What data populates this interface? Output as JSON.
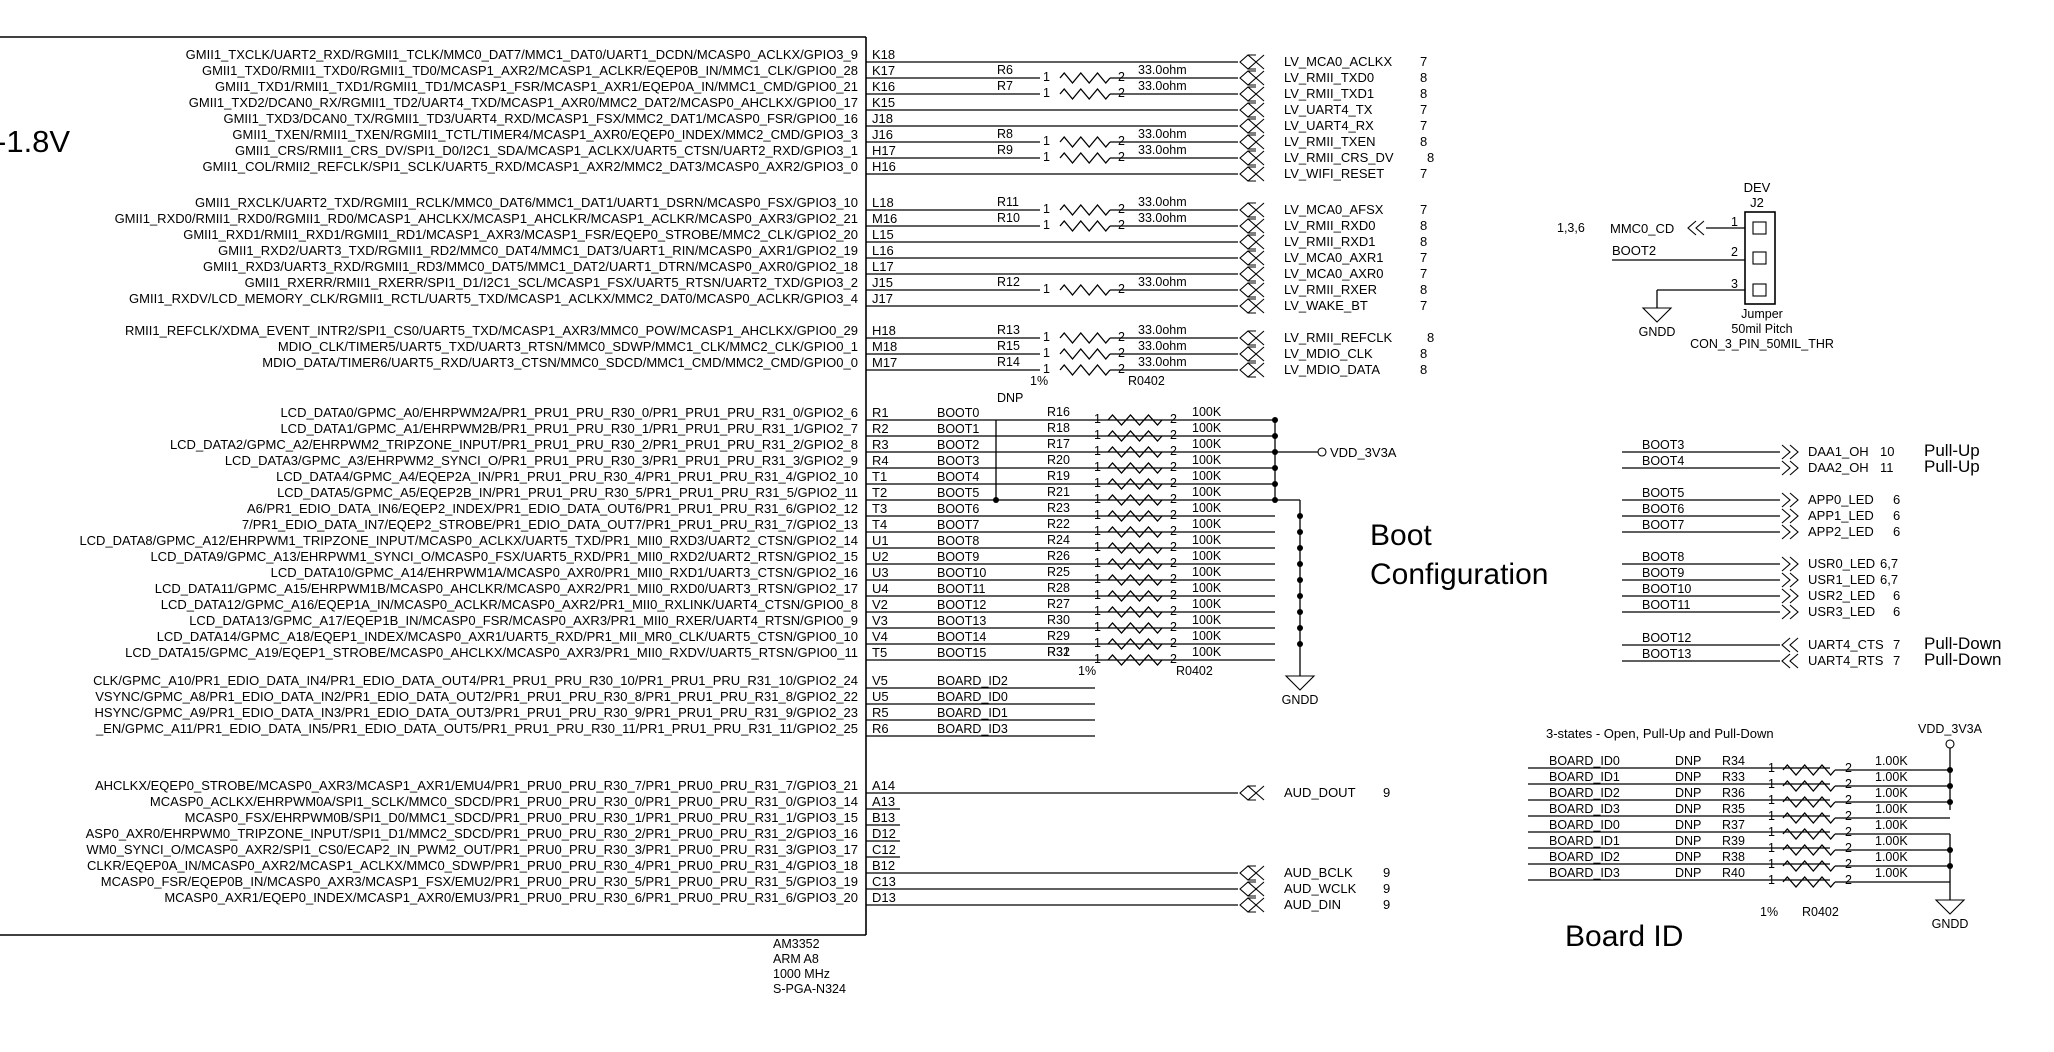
{
  "chip": {
    "voltage_label": "-1.8V",
    "part_lines": [
      "AM3352",
      "ARM A8",
      "1000 MHz",
      "S-PGA-N324"
    ],
    "pins": [
      {
        "name": "GMII1_TXCLK/UART2_RXD/RGMII1_TCLK/MMC0_DAT7/MMC1_DAT0/UART1_DCDN/MCASP0_ACLKX/GPIO3_9",
        "ball": "K18"
      },
      {
        "name": "GMII1_TXD0/RMII1_TXD0/RGMII1_TD0/MCASP1_AXR2/MCASP1_ACLKR/EQEP0B_IN/MMC1_CLK/GPIO0_28",
        "ball": "K17"
      },
      {
        "name": "GMII1_TXD1/RMII1_TXD1/RGMII1_TD1/MCASP1_FSR/MCASP1_AXR1/EQEP0A_IN/MMC1_CMD/GPIO0_21",
        "ball": "K16"
      },
      {
        "name": "GMII1_TXD2/DCAN0_RX/RGMII1_TD2/UART4_TXD/MCASP1_AXR0/MMC2_DAT2/MCASP0_AHCLKX/GPIO0_17",
        "ball": "K15"
      },
      {
        "name": "GMII1_TXD3/DCAN0_TX/RGMII1_TD3/UART4_RXD/MCASP1_FSX/MMC2_DAT1/MCASP0_FSR/GPIO0_16",
        "ball": "J18"
      },
      {
        "name": "GMII1_TXEN/RMII1_TXEN/RGMII1_TCTL/TIMER4/MCASP1_AXR0/EQEP0_INDEX/MMC2_CMD/GPIO3_3",
        "ball": "J16"
      },
      {
        "name": "GMII1_CRS/RMII1_CRS_DV/SPI1_D0/I2C1_SDA/MCASP1_ACLKX/UART5_CTSN/UART2_RXD/GPIO3_1",
        "ball": "H17"
      },
      {
        "name": "GMII1_COL/RMII2_REFCLK/SPI1_SCLK/UART5_RXD/MCASP1_AXR2/MMC2_DAT3/MCASP0_AXR2/GPIO3_0",
        "ball": "H16"
      },
      {
        "name": "GMII1_RXCLK/UART2_TXD/RGMII1_RCLK/MMC0_DAT6/MMC1_DAT1/UART1_DSRN/MCASP0_FSX/GPIO3_10",
        "ball": "L18"
      },
      {
        "name": "GMII1_RXD0/RMII1_RXD0/RGMII1_RD0/MCASP1_AHCLKX/MCASP1_AHCLKR/MCASP1_ACLKR/MCASP0_AXR3/GPIO2_21",
        "ball": "M16"
      },
      {
        "name": "GMII1_RXD1/RMII1_RXD1/RGMII1_RD1/MCASP1_AXR3/MCASP1_FSR/EQEP0_STROBE/MMC2_CLK/GPIO2_20",
        "ball": "L15"
      },
      {
        "name": "GMII1_RXD2/UART3_TXD/RGMII1_RD2/MMC0_DAT4/MMC1_DAT3/UART1_RIN/MCASP0_AXR1/GPIO2_19",
        "ball": "L16"
      },
      {
        "name": "GMII1_RXD3/UART3_RXD/RGMII1_RD3/MMC0_DAT5/MMC1_DAT2/UART1_DTRN/MCASP0_AXR0/GPIO2_18",
        "ball": "L17"
      },
      {
        "name": "GMII1_RXERR/RMII1_RXERR/SPI1_D1/I2C1_SCL/MCASP1_FSX/UART5_RTSN/UART2_TXD/GPIO3_2",
        "ball": "J15"
      },
      {
        "name": "GMII1_RXDV/LCD_MEMORY_CLK/RGMII1_RCTL/UART5_TXD/MCASP1_ACLKX/MMC2_DAT0/MCASP0_ACLKR/GPIO3_4",
        "ball": "J17"
      },
      {
        "name": "RMII1_REFCLK/XDMA_EVENT_INTR2/SPI1_CS0/UART5_TXD/MCASP1_AXR3/MMC0_POW/MCASP1_AHCLKX/GPIO0_29",
        "ball": "H18"
      },
      {
        "name": "MDIO_CLK/TIMER5/UART5_TXD/UART3_RTSN/MMC0_SDWP/MMC1_CLK/MMC2_CLK/GPIO0_1",
        "ball": "M18"
      },
      {
        "name": "MDIO_DATA/TIMER6/UART5_RXD/UART3_CTSN/MMC0_SDCD/MMC1_CMD/MMC2_CMD/GPIO0_0",
        "ball": "M17"
      },
      {
        "name": "LCD_DATA0/GPMC_A0/EHRPWM2A/PR1_PRU1_PRU_R30_0/PR1_PRU1_PRU_R31_0/GPIO2_6",
        "ball": "R1"
      },
      {
        "name": "LCD_DATA1/GPMC_A1/EHRPWM2B/PR1_PRU1_PRU_R30_1/PR1_PRU1_PRU_R31_1/GPIO2_7",
        "ball": "R2"
      },
      {
        "name": "LCD_DATA2/GPMC_A2/EHRPWM2_TRIPZONE_INPUT/PR1_PRU1_PRU_R30_2/PR1_PRU1_PRU_R31_2/GPIO2_8",
        "ball": "R3"
      },
      {
        "name": "LCD_DATA3/GPMC_A3/EHRPWM2_SYNCI_O/PR1_PRU1_PRU_R30_3/PR1_PRU1_PRU_R31_3/GPIO2_9",
        "ball": "R4"
      },
      {
        "name": "LCD_DATA4/GPMC_A4/EQEP2A_IN/PR1_PRU1_PRU_R30_4/PR1_PRU1_PRU_R31_4/GPIO2_10",
        "ball": "T1"
      },
      {
        "name": "LCD_DATA5/GPMC_A5/EQEP2B_IN/PR1_PRU1_PRU_R30_5/PR1_PRU1_PRU_R31_5/GPIO2_11",
        "ball": "T2"
      },
      {
        "name": "A6/PR1_EDIO_DATA_IN6/EQEP2_INDEX/PR1_EDIO_DATA_OUT6/PR1_PRU1_PRU_R31_6/GPIO2_12",
        "ball": "T3"
      },
      {
        "name": "7/PR1_EDIO_DATA_IN7/EQEP2_STROBE/PR1_EDIO_DATA_OUT7/PR1_PRU1_PRU_R31_7/GPIO2_13",
        "ball": "T4"
      },
      {
        "name": "LCD_DATA8/GPMC_A12/EHRPWM1_TRIPZONE_INPUT/MCASP0_ACLKX/UART5_TXD/PR1_MII0_RXD3/UART2_CTSN/GPIO2_14",
        "ball": "U1"
      },
      {
        "name": "LCD_DATA9/GPMC_A13/EHRPWM1_SYNCI_O/MCASP0_FSX/UART5_RXD/PR1_MII0_RXD2/UART2_RTSN/GPIO2_15",
        "ball": "U2"
      },
      {
        "name": "LCD_DATA10/GPMC_A14/EHRPWM1A/MCASP0_AXR0/PR1_MII0_RXD1/UART3_CTSN/GPIO2_16",
        "ball": "U3"
      },
      {
        "name": "LCD_DATA11/GPMC_A15/EHRPWM1B/MCASP0_AHCLKR/MCASP0_AXR2/PR1_MII0_RXD0/UART3_RTSN/GPIO2_17",
        "ball": "U4"
      },
      {
        "name": "LCD_DATA12/GPMC_A16/EQEP1A_IN/MCASP0_ACLKR/MCASP0_AXR2/PR1_MII0_RXLINK/UART4_CTSN/GPIO0_8",
        "ball": "V2"
      },
      {
        "name": "LCD_DATA13/GPMC_A17/EQEP1B_IN/MCASP0_FSR/MCASP0_AXR3/PR1_MII0_RXER/UART4_RTSN/GPIO0_9",
        "ball": "V3"
      },
      {
        "name": "LCD_DATA14/GPMC_A18/EQEP1_INDEX/MCASP0_AXR1/UART5_RXD/PR1_MII_MR0_CLK/UART5_CTSN/GPIO0_10",
        "ball": "V4"
      },
      {
        "name": "LCD_DATA15/GPMC_A19/EQEP1_STROBE/MCASP0_AHCLKX/MCASP0_AXR3/PR1_MII0_RXDV/UART5_RTSN/GPIO0_11",
        "ball": "T5"
      },
      {
        "name": "CLK/GPMC_A10/PR1_EDIO_DATA_IN4/PR1_EDIO_DATA_OUT4/PR1_PRU1_PRU_R30_10/PR1_PRU1_PRU_R31_10/GPIO2_24",
        "ball": "V5"
      },
      {
        "name": "VSYNC/GPMC_A8/PR1_EDIO_DATA_IN2/PR1_EDIO_DATA_OUT2/PR1_PRU1_PRU_R30_8/PR1_PRU1_PRU_R31_8/GPIO2_22",
        "ball": "U5"
      },
      {
        "name": "HSYNC/GPMC_A9/PR1_EDIO_DATA_IN3/PR1_EDIO_DATA_OUT3/PR1_PRU1_PRU_R30_9/PR1_PRU1_PRU_R31_9/GPIO2_23",
        "ball": "R5"
      },
      {
        "name": "_EN/GPMC_A11/PR1_EDIO_DATA_IN5/PR1_EDIO_DATA_OUT5/PR1_PRU1_PRU_R30_11/PR1_PRU1_PRU_R31_11/GPIO2_25",
        "ball": "R6"
      },
      {
        "name": "AHCLKX/EQEP0_STROBE/MCASP0_AXR3/MCASP1_AXR1/EMU4/PR1_PRU0_PRU_R30_7/PR1_PRU0_PRU_R31_7/GPIO3_21",
        "ball": "A14"
      },
      {
        "name": "MCASP0_ACLKX/EHRPWM0A/SPI1_SCLK/MMC0_SDCD/PR1_PRU0_PRU_R30_0/PR1_PRU0_PRU_R31_0/GPIO3_14",
        "ball": "A13"
      },
      {
        "name": "MCASP0_FSX/EHRPWM0B/SPI1_D0/MMC1_SDCD/PR1_PRU0_PRU_R30_1/PR1_PRU0_PRU_R31_1/GPIO3_15",
        "ball": "B13"
      },
      {
        "name": "ASP0_AXR0/EHRPWM0_TRIPZONE_INPUT/SPI1_D1/MMC2_SDCD/PR1_PRU0_PRU_R30_2/PR1_PRU0_PRU_R31_2/GPIO3_16",
        "ball": "D12"
      },
      {
        "name": "WM0_SYNCI_O/MCASP0_AXR2/SPI1_CS0/ECAP2_IN_PWM2_OUT/PR1_PRU0_PRU_R30_3/PR1_PRU0_PRU_R31_3/GPIO3_17",
        "ball": "C12"
      },
      {
        "name": "CLKR/EQEP0A_IN/MCASP0_AXR2/MCASP1_ACLKX/MMC0_SDWP/PR1_PRU0_PRU_R30_4/PR1_PRU0_PRU_R31_4/GPIO3_18",
        "ball": "B12"
      },
      {
        "name": "MCASP0_FSR/EQEP0B_IN/MCASP0_AXR3/MCASP1_FSX/EMU2/PR1_PRU0_PRU_R30_5/PR1_PRU0_PRU_R31_5/GPIO3_19",
        "ball": "C13"
      },
      {
        "name": "MCASP0_AXR1/EQEP0_INDEX/MCASP1_AXR0/EMU3/PR1_PRU0_PRU_R30_6/PR1_PRU0_PRU_R31_6/GPIO3_20",
        "ball": "D13"
      }
    ]
  },
  "nets": [
    {
      "res": "",
      "net": "LV_MCA0_ACLKX",
      "page": "7"
    },
    {
      "res": "R6",
      "val": "33.0ohm",
      "net": "LV_RMII_TXD0",
      "page": "8"
    },
    {
      "res": "R7",
      "val": "33.0ohm",
      "net": "LV_RMII_TXD1",
      "page": "8"
    },
    {
      "res": "",
      "net": "LV_UART4_TX",
      "page": "7"
    },
    {
      "res": "",
      "net": "LV_UART4_RX",
      "page": "7"
    },
    {
      "res": "R8",
      "val": "33.0ohm",
      "net": "LV_RMII_TXEN",
      "page": "8"
    },
    {
      "res": "R9",
      "val": "33.0ohm",
      "net": "LV_RMII_CRS_DV",
      "page": "8"
    },
    {
      "res": "",
      "net": "LV_WIFI_RESET",
      "page": "7"
    },
    {
      "res": "R11",
      "val": "33.0ohm",
      "net": "LV_MCA0_AFSX",
      "page": "7"
    },
    {
      "res": "R10",
      "val": "33.0ohm",
      "net": "LV_RMII_RXD0",
      "page": "8"
    },
    {
      "res": "",
      "net": "LV_RMII_RXD1",
      "page": "8"
    },
    {
      "res": "",
      "net": "LV_MCA0_AXR1",
      "page": "7"
    },
    {
      "res": "",
      "net": "LV_MCA0_AXR0",
      "page": "7"
    },
    {
      "res": "R12",
      "val": "33.0ohm",
      "net": "LV_RMII_RXER",
      "page": "8"
    },
    {
      "res": "",
      "net": "LV_WAKE_BT",
      "page": "7"
    },
    {
      "res": "R13",
      "val": "33.0ohm",
      "net": "LV_RMII_REFCLK",
      "page": "8"
    },
    {
      "res": "R15",
      "val": "33.0ohm",
      "net": "LV_MDIO_CLK",
      "page": "8"
    },
    {
      "res": "R14",
      "val": "33.0ohm",
      "net": "LV_MDIO_DATA",
      "page": "8"
    }
  ],
  "net_tol": "1%",
  "net_pkg": "R0402",
  "boot": {
    "title_line1": "Boot",
    "title_line2": "Configuration",
    "dnp": "DNP",
    "value": "100K",
    "tol": "1%",
    "pkg": "R0402",
    "vdd": "VDD_3V3A",
    "gnd": "GNDD",
    "rows": [
      {
        "net": "BOOT0",
        "ref": "R16"
      },
      {
        "net": "BOOT1",
        "ref": "R18"
      },
      {
        "net": "BOOT2",
        "ref": "R17"
      },
      {
        "net": "BOOT3",
        "ref": "R20"
      },
      {
        "net": "BOOT4",
        "ref": "R19"
      },
      {
        "net": "BOOT5",
        "ref": "R21"
      },
      {
        "net": "BOOT6",
        "ref": "R23"
      },
      {
        "net": "BOOT7",
        "ref": "R22"
      },
      {
        "net": "BOOT8",
        "ref": "R24"
      },
      {
        "net": "BOOT9",
        "ref": "R26"
      },
      {
        "net": "BOOT10",
        "ref": "R25"
      },
      {
        "net": "BOOT11",
        "ref": "R28"
      },
      {
        "net": "BOOT12",
        "ref": "R27"
      },
      {
        "net": "BOOT13",
        "ref": "R30"
      },
      {
        "net": "BOOT14",
        "ref": "R29"
      },
      {
        "net": "BOOT15",
        "ref": "R31"
      },
      {
        "net": "",
        "ref": "R32"
      }
    ],
    "board_id_nets": [
      "BOARD_ID2",
      "BOARD_ID0",
      "BOARD_ID1",
      "BOARD_ID3"
    ]
  },
  "audio": [
    {
      "net": "AUD_DOUT",
      "page": "9"
    },
    {
      "net": "AUD_BCLK",
      "page": "9"
    },
    {
      "net": "AUD_WCLK",
      "page": "9"
    },
    {
      "net": "AUD_DIN",
      "page": "9"
    }
  ],
  "jumper": {
    "title": "DEV",
    "ref": "J2",
    "pin_note": "1,3,6",
    "net1": "MMC0_CD",
    "net2": "BOOT2",
    "gnd": "GNDD",
    "label": "Jumper",
    "pitch": "50mil Pitch",
    "part": "CON_3_PIN_50MIL_THR",
    "pins": [
      "1",
      "2",
      "3"
    ]
  },
  "boot_out": [
    {
      "a": "BOOT3",
      "b": "DAA1_OH",
      "page": "10",
      "note": "Pull-Up"
    },
    {
      "a": "BOOT4",
      "b": "DAA2_OH",
      "page": "11",
      "note": "Pull-Up"
    },
    {
      "a": "BOOT5",
      "b": "APP0_LED",
      "page": "6",
      "note": ""
    },
    {
      "a": "BOOT6",
      "b": "APP1_LED",
      "page": "6",
      "note": ""
    },
    {
      "a": "BOOT7",
      "b": "APP2_LED",
      "page": "6",
      "note": ""
    },
    {
      "a": "BOOT8",
      "b": "USR0_LED",
      "page": "6,7",
      "note": ""
    },
    {
      "a": "BOOT9",
      "b": "USR1_LED",
      "page": "6,7",
      "note": ""
    },
    {
      "a": "BOOT10",
      "b": "USR2_LED",
      "page": "6",
      "note": ""
    },
    {
      "a": "BOOT11",
      "b": "USR3_LED",
      "page": "6",
      "note": ""
    },
    {
      "a": "BOOT12",
      "b": "UART4_CTS",
      "page": "7",
      "note": "Pull-Down"
    },
    {
      "a": "BOOT13",
      "b": "UART4_RTS",
      "page": "7",
      "note": "Pull-Down"
    }
  ],
  "board_id": {
    "note": "3-states - Open, Pull-Up and Pull-Down",
    "vdd": "VDD_3V3A",
    "title": "Board ID",
    "tol": "1%",
    "pkg": "R0402",
    "gnd": "GNDD",
    "value": "1.00K",
    "rows": [
      {
        "net": "BOARD_ID0",
        "dnp": "DNP",
        "ref": "R34"
      },
      {
        "net": "BOARD_ID1",
        "dnp": "DNP",
        "ref": "R33"
      },
      {
        "net": "BOARD_ID2",
        "dnp": "DNP",
        "ref": "R36"
      },
      {
        "net": "BOARD_ID3",
        "dnp": "DNP",
        "ref": "R35"
      },
      {
        "net": "BOARD_ID0",
        "dnp": "DNP",
        "ref": "R37"
      },
      {
        "net": "BOARD_ID1",
        "dnp": "DNP",
        "ref": "R39"
      },
      {
        "net": "BOARD_ID2",
        "dnp": "DNP",
        "ref": "R38"
      },
      {
        "net": "BOARD_ID3",
        "dnp": "DNP",
        "ref": "R40"
      }
    ]
  }
}
